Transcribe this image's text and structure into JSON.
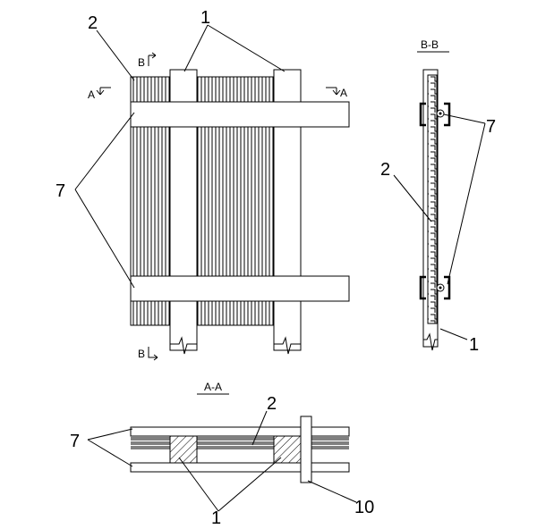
{
  "labels": {
    "n1_top": "1",
    "n2_top": "2",
    "n7_left": "7",
    "n7_right": "7",
    "n2_right": "2",
    "n1_right": "1",
    "n2_bottom": "2",
    "n7_bottom": "7",
    "n1_bottom": "1",
    "n10_bottom": "10"
  },
  "section_markers": {
    "a_left": "A",
    "a_right": "A",
    "b_top": "B",
    "b_bottom": "B"
  },
  "section_titles": {
    "bb": "B-B",
    "aa": "A-A"
  },
  "colors": {
    "line": "#000000",
    "background": "#ffffff"
  }
}
